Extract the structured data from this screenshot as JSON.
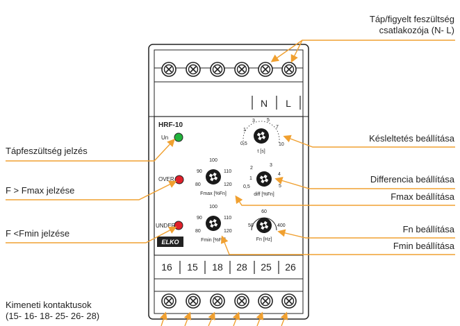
{
  "colors": {
    "callout_line": "#f0a030",
    "led_green": "#22b33c",
    "led_red": "#e0202a",
    "device_stroke": "#222222",
    "brand_bg": "#222222"
  },
  "callouts": {
    "supply_connector": "Táp/figyelt feszültség\ncsatlakozója (N- L)",
    "delay_setting": "Késleltetés beállítása",
    "supply_indicator": "Tápfeszültség jelzés",
    "difference_setting": "Differencia beállítása",
    "over_indicator": "F > Fmax jelzése",
    "fmax_setting": "Fmax beállítása",
    "under_indicator": "F <Fmin jelzése",
    "fn_setting": "Fn beállítása",
    "fmin_setting": "Fmin beállítása",
    "output_contacts": "Kimeneti kontaktusok\n(15- 16- 18- 25- 26- 28)"
  },
  "device": {
    "model": "HRF-10",
    "brand": "ELKO",
    "top_terminals": {
      "n": "N",
      "l": "L"
    },
    "bottom_terminals": [
      "16",
      "15",
      "18",
      "28",
      "25",
      "26"
    ],
    "leds": {
      "un": "Un",
      "over": "OVER",
      "under": "UNDER"
    },
    "knobs": {
      "delay": {
        "label": "t [s]",
        "min": "0,5",
        "max": "10",
        "marks": [
          "1",
          "3",
          "5",
          "7"
        ]
      },
      "diff": {
        "label": "diff [%Fn]",
        "marks": [
          "1",
          "2",
          "3",
          "4",
          "5",
          "0,5"
        ]
      },
      "fmax": {
        "label": "Fmax [%Fn]",
        "marks": [
          "80",
          "90",
          "100",
          "110",
          "120"
        ]
      },
      "fmin": {
        "label": "Fmin [%Fn]",
        "marks": [
          "80",
          "90",
          "100",
          "110",
          "120"
        ]
      },
      "fn": {
        "label": "Fn [Hz]",
        "marks": [
          "50",
          "60",
          "400"
        ]
      }
    }
  }
}
